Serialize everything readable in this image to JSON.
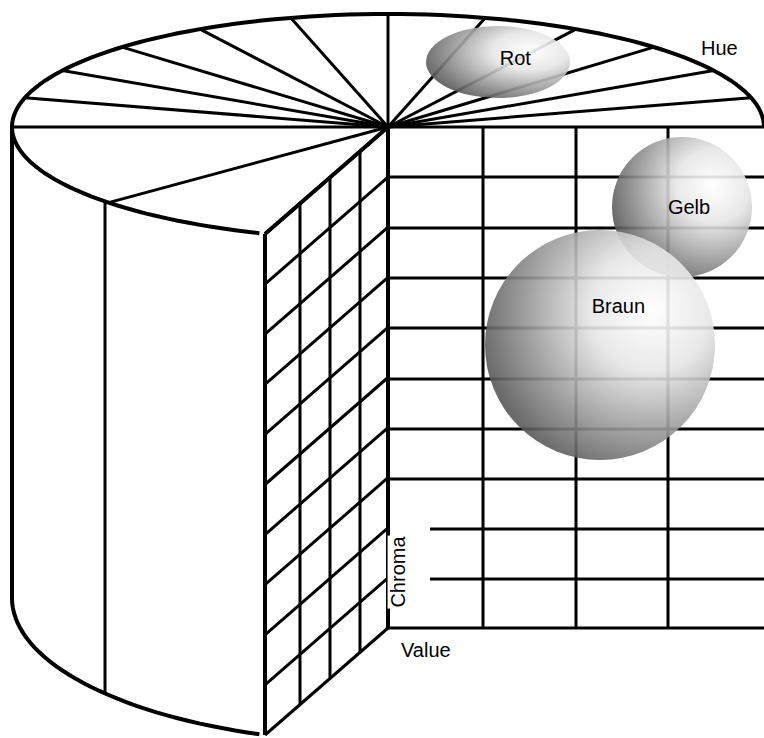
{
  "diagram": {
    "nodes": [
      {
        "text": [
          "Rot"
        ]
      },
      {
        "text": [
          "Gelb"
        ]
      },
      {
        "text": [
          "Braun"
        ]
      }
    ],
    "labels": [
      "Hue",
      "Chroma",
      "Value"
    ]
  }
}
